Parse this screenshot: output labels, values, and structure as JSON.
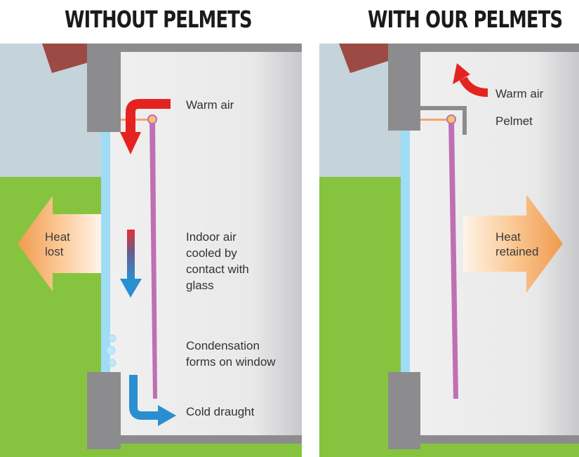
{
  "left_panel": {
    "title": "WITHOUT PELMETS",
    "labels": {
      "warm_air": "Warm air",
      "indoor_air": "Indoor air\ncooled by\ncontact with\nglass",
      "condensation": "Condensation\nforms on window",
      "cold_draught": "Cold draught",
      "heat": "Heat\nlost"
    }
  },
  "right_panel": {
    "title": "WITH OUR PELMETS",
    "labels": {
      "warm_air": "Warm air",
      "pelmet": "Pelmet",
      "heat": "Heat\nretained"
    }
  },
  "colors": {
    "sky": "#c5d3db",
    "grass": "#86c440",
    "wall": "#8c8c8e",
    "room": "#ececec",
    "glass": "#9fdcf5",
    "curtain": "#c06fb4",
    "roof": "#9c4a44",
    "warm_arrow": "#e42320",
    "cold_arrow": "#2a8fd0",
    "heat_arrow": "#f5a863"
  },
  "icons": [
    "warm-air-arrow-icon",
    "cold-air-arrow-icon",
    "cold-draught-arrow-icon",
    "heat-lost-arrow-icon",
    "heat-retained-arrow-icon",
    "condensation-droplets-icon"
  ]
}
